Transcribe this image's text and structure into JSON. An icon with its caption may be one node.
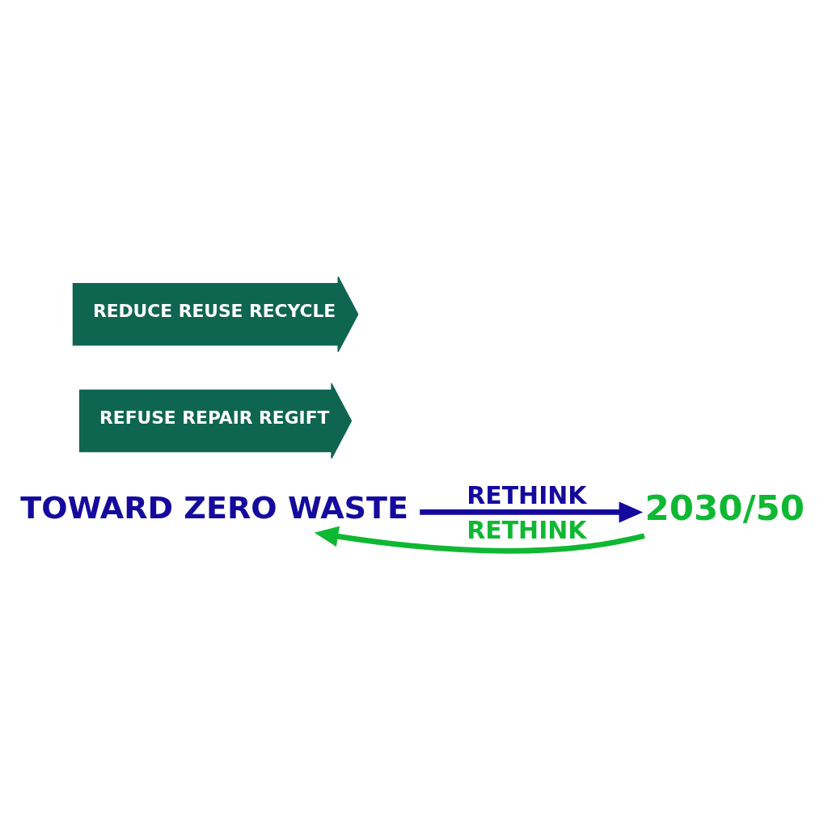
{
  "diagram": {
    "nodes": [
      {
        "text": [
          "TOWARD ZERO WASTE"
        ]
      },
      {
        "text": [
          "REFUSE REPAIR REGIFT"
        ]
      },
      {
        "text": [
          "REDUCE REUSE RECYCLE"
        ]
      },
      {
        "text": [
          "2030/50"
        ]
      }
    ],
    "edges": [
      {
        "from": 0,
        "to": 3,
        "arrow": "to",
        "label": "RETHINK",
        "color": "#150a9e"
      },
      {
        "from": 3,
        "to": 0,
        "arrow": "to",
        "label": "RETHINK",
        "color": "#0fb832"
      }
    ]
  }
}
